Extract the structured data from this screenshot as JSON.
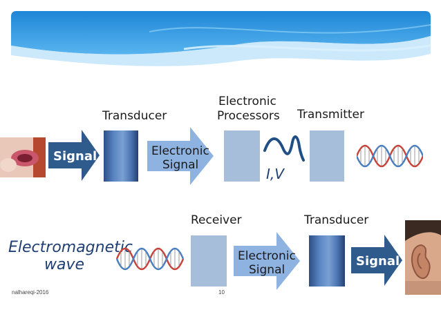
{
  "slide": {
    "top_labels": {
      "transducer": "Transducer",
      "electronic_processors_line1": "Electronic",
      "electronic_processors_line2": "Processors",
      "transmitter": "Transmitter"
    },
    "top_arrows": {
      "signal": "Signal",
      "electronic_signal_line1": "Electronic",
      "electronic_signal_line2": "Signal"
    },
    "waveform_label": "I,V",
    "bottom_labels": {
      "electromagnetic_line1": "Electromagnetic",
      "electromagnetic_line2": "wave",
      "receiver": "Receiver",
      "transducer": "Transducer"
    },
    "bottom_arrows": {
      "electronic_signal_line1": "Electronic",
      "electronic_signal_line2": "Signal",
      "signal": "Signal"
    },
    "footer": {
      "author": "nalhareqi-2016",
      "page_number": "10"
    }
  },
  "colors": {
    "header_blue": "#3a9be0",
    "dark_arrow": "#2e5b8c",
    "light_arrow": "#8fb3e0",
    "box": "#a7bedb",
    "wave_red": "#c8433a",
    "wave_blue": "#4a7fc1"
  }
}
